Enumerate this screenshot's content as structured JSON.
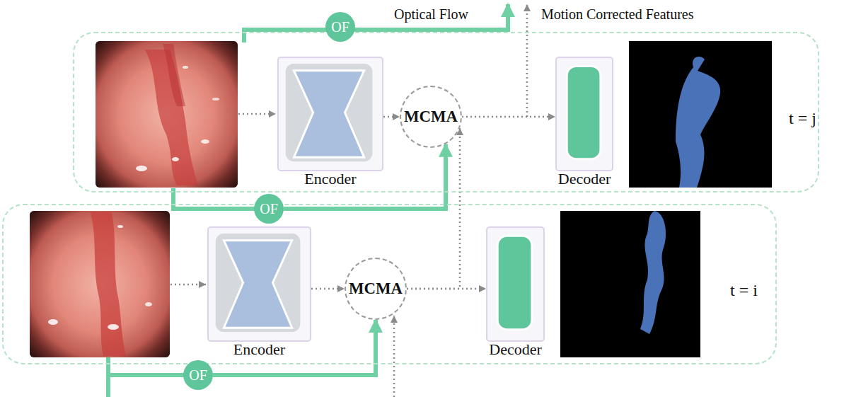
{
  "diagram": {
    "nodes": [
      {
        "text": [
          "t = j"
        ]
      },
      {
        "text": [
          "Encoder"
        ],
        "in": 0
      },
      {
        "text": [
          "MCMA"
        ],
        "in": 0
      },
      {
        "text": [
          "Decoder"
        ],
        "in": 0
      },
      {
        "text": [
          "OF"
        ]
      },
      {
        "text": [
          "t = i"
        ]
      },
      {
        "text": [
          "Encoder"
        ],
        "in": 5
      },
      {
        "text": [
          "MCMA"
        ],
        "in": 5
      },
      {
        "text": [
          "Decoder"
        ],
        "in": 5
      },
      {
        "text": [
          "OF"
        ]
      },
      {
        "text": [
          "OF"
        ]
      }
    ],
    "edges": [
      {
        "from": 1,
        "to": 2,
        "arrow": "to"
      },
      {
        "from": 2,
        "to": 3,
        "arrow": "to"
      },
      {
        "from": 6,
        "to": 7,
        "arrow": "to"
      },
      {
        "from": 7,
        "to": 8,
        "arrow": "to"
      },
      {
        "from": 7,
        "to": 2,
        "arrow": "to"
      },
      {
        "from": 9,
        "to": 2,
        "arrow": "to"
      },
      {
        "from": 10,
        "to": 7,
        "arrow": "to"
      }
    ],
    "labels": [
      "Optical Flow",
      "Motion Corrected Features"
    ]
  }
}
